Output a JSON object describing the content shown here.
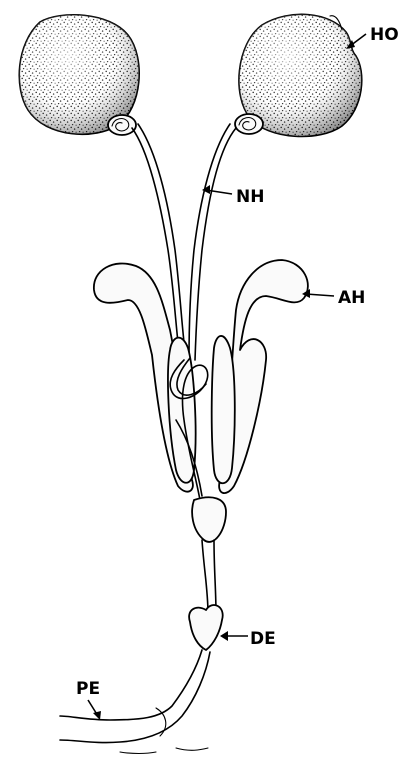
{
  "labels": {
    "ho": "HO",
    "nh": "NH",
    "ah": "AH",
    "de": "DE",
    "pe": "PE"
  },
  "colors": {
    "ink": "#000000",
    "paper": "#ffffff"
  }
}
